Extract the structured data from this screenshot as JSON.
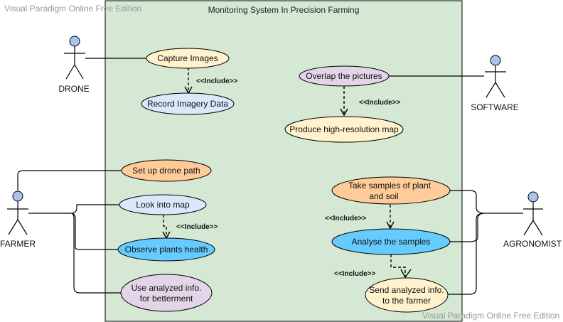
{
  "watermark": {
    "top": "Visual Paradigm Online Free Edition",
    "bottom": "Visual Paradigm Online Free Edition"
  },
  "system": {
    "title": "Monitoring System In Precision Farming",
    "fill_color": "#d5e8d4",
    "border_color": "#000000"
  },
  "actors": {
    "drone": "DRONE",
    "software": "SOFTWARE",
    "farmer": "FARMER",
    "agronomist": "AGRONOMIST",
    "head_color": "#a9c4eb"
  },
  "use_cases": {
    "capture_images": "Capture Images",
    "record_imagery": "Record Imagery Data",
    "overlap_pictures": "Overlap the pictures",
    "produce_map": "Produce high-resolution map",
    "setup_drone_path": "Set up drone path",
    "look_into_map": "Look into map",
    "observe_health": "Observe plants health",
    "use_info_line1": "Use analyzed info.",
    "use_info_line2": "for betterment",
    "take_samples_line1": "Take samples of plant",
    "take_samples_line2": "and soil",
    "analyse_samples": "Analyse the samples",
    "send_info_line1": "Send analyzed info.",
    "send_info_line2": "to the farmer"
  },
  "relations": {
    "include_1": "<<Include>>",
    "include_2": "<<Include>>",
    "include_3": "<<Include>>",
    "include_4": "<<Include>>"
  },
  "colors": {
    "yellow": "#fff2cc",
    "blue_light": "#dae8fc",
    "purple": "#e1d5e7",
    "orange": "#ffcc99",
    "blue_strong": "#66ccff"
  }
}
